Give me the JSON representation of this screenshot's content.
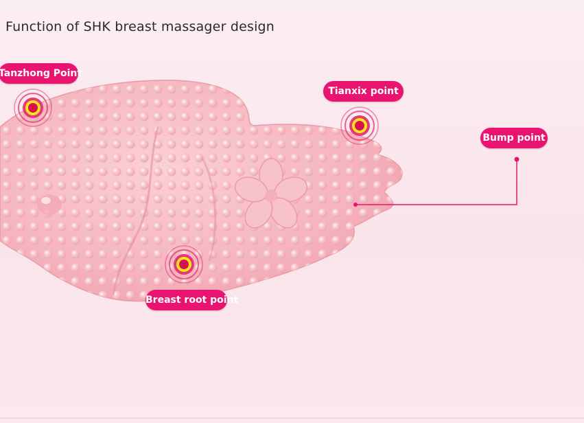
{
  "title": "Function of SHK breast massager design",
  "labels": {
    "tanzhong": "Tanzhong Point",
    "tianxix": "Tianxix point",
    "bump": "Bump point",
    "breast_root": "Breast root point"
  },
  "colors": {
    "accent": "#e8146f",
    "product": "#f7bcc4",
    "marker_ring": "#e23a7a",
    "marker_yellow": "#ffe31a",
    "marker_center": "#d6124e"
  },
  "icons": [
    "acupoint-marker-icon",
    "flower-emblem-icon"
  ]
}
